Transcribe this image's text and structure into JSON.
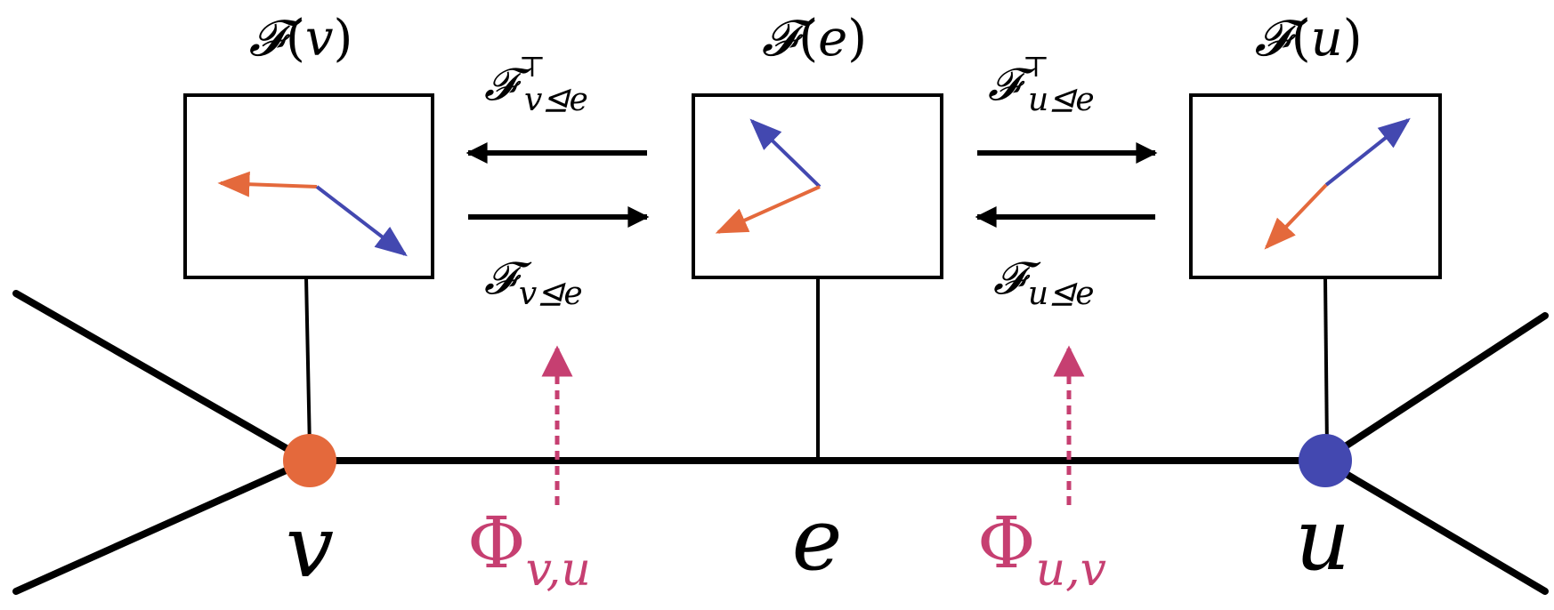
{
  "colors": {
    "ink": "#000000",
    "orange": "#e4693c",
    "blue": "#4348b0",
    "magenta": "#c63f71",
    "background": "#ffffff"
  },
  "stalk_labels": {
    "v": {
      "script": "𝓕",
      "open": "(",
      "var": "v",
      "close": ")"
    },
    "e": {
      "script": "𝓕",
      "open": "(",
      "var": "e",
      "close": ")"
    },
    "u": {
      "script": "𝓕",
      "open": "(",
      "var": "u",
      "close": ")"
    }
  },
  "restriction_maps": {
    "v_transpose": {
      "script": "𝓕",
      "sup": "⊤",
      "sub": "v⊴e"
    },
    "v_map": {
      "script": "𝓕",
      "sub": "v⊴e"
    },
    "u_transpose": {
      "script": "𝓕",
      "sup": "⊤",
      "sub": "u⊴e"
    },
    "u_map": {
      "script": "𝓕",
      "sub": "u⊴e"
    }
  },
  "transport_labels": {
    "phi_vu": {
      "symbol": "Φ",
      "sub": "v,u"
    },
    "phi_uv": {
      "symbol": "Φ",
      "sub": "u,v"
    }
  },
  "graph_labels": {
    "v": "v",
    "e": "e",
    "u": "u"
  }
}
